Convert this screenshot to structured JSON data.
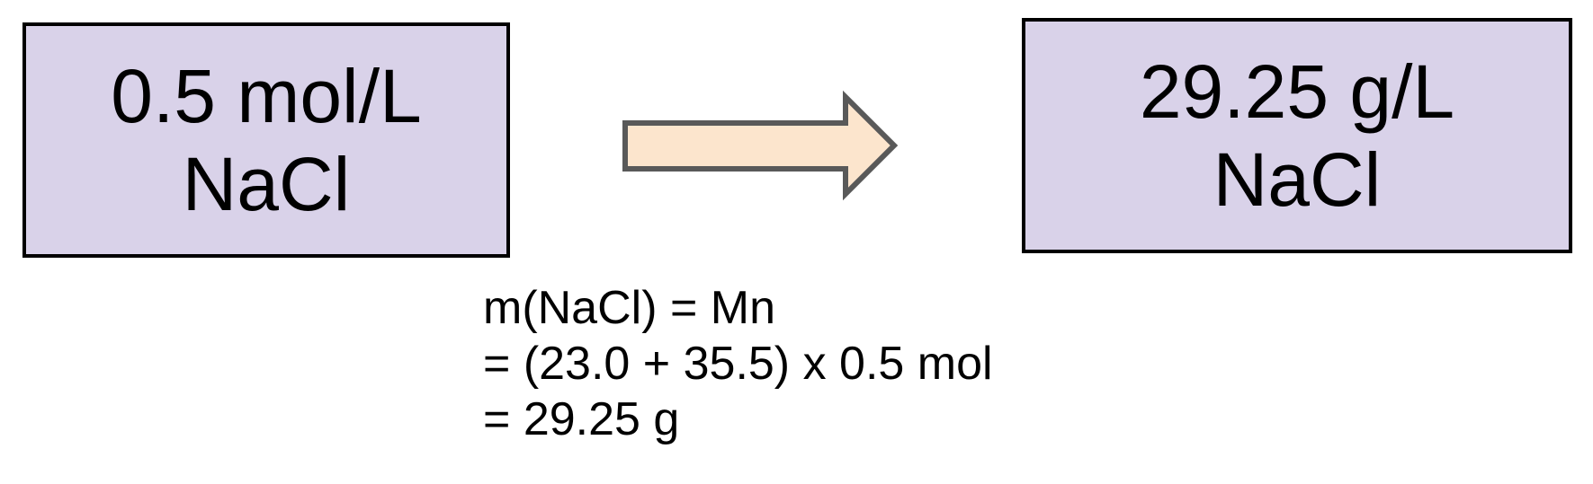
{
  "colors": {
    "box_fill": "#d9d2e9",
    "box_border": "#000000",
    "arrow_fill": "#fce5cd",
    "arrow_stroke": "#595959"
  },
  "left_box": {
    "line1": "0.5 mol/L",
    "line2": "NaCl"
  },
  "right_box": {
    "line1": "29.25 g/L",
    "line2": "NaCl"
  },
  "formula": {
    "line1": "m(NaCl) = Mn",
    "line2": "= (23.0 + 35.5) x 0.5 mol",
    "line3": "= 29.25 g"
  },
  "arrow": {
    "icon": "right-arrow-icon"
  }
}
